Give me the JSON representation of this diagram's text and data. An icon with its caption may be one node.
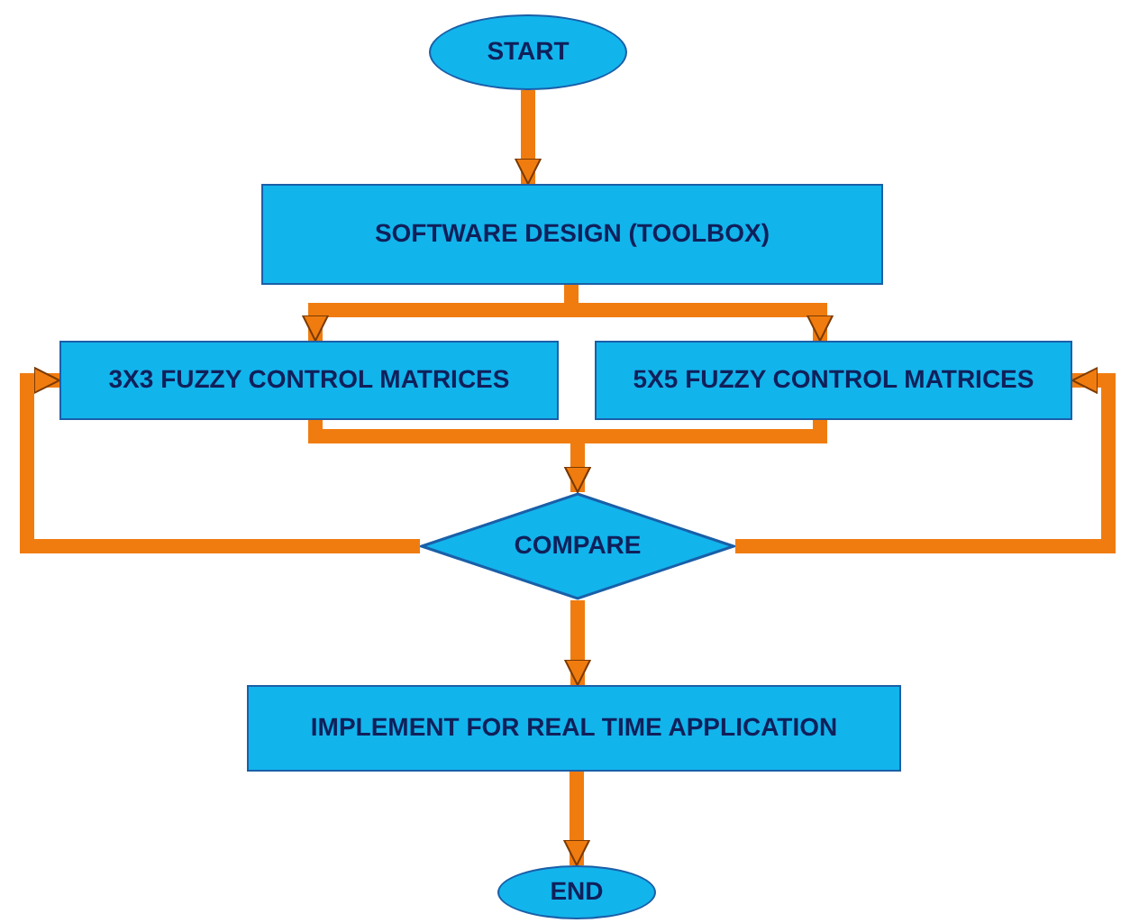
{
  "diagram": {
    "nodes": [
      {
        "text": [
          "START"
        ]
      },
      {
        "text": [
          "SOFTWARE DESIGN (TOOLBOX)"
        ]
      },
      {
        "text": [
          "3X3 FUZZY CONTROL MATRICES"
        ]
      },
      {
        "text": [
          "5X5 FUZZY CONTROL MATRICES"
        ]
      },
      {
        "text": [
          "COMPARE"
        ]
      },
      {
        "text": [
          "IMPLEMENT FOR REAL TIME APPLICATION"
        ]
      },
      {
        "text": [
          "END"
        ]
      }
    ],
    "edges": [
      {
        "from": 0,
        "to": 1,
        "arrow": "to"
      },
      {
        "from": 1,
        "to": 2,
        "arrow": "to"
      },
      {
        "from": 1,
        "to": 3,
        "arrow": "to"
      },
      {
        "from": 2,
        "to": 4,
        "arrow": "to"
      },
      {
        "from": 3,
        "to": 4,
        "arrow": "to"
      },
      {
        "from": 4,
        "to": 2,
        "arrow": "to"
      },
      {
        "from": 4,
        "to": 3,
        "arrow": "to"
      },
      {
        "from": 4,
        "to": 5,
        "arrow": "to"
      },
      {
        "from": 5,
        "to": 6,
        "arrow": "to"
      }
    ]
  }
}
